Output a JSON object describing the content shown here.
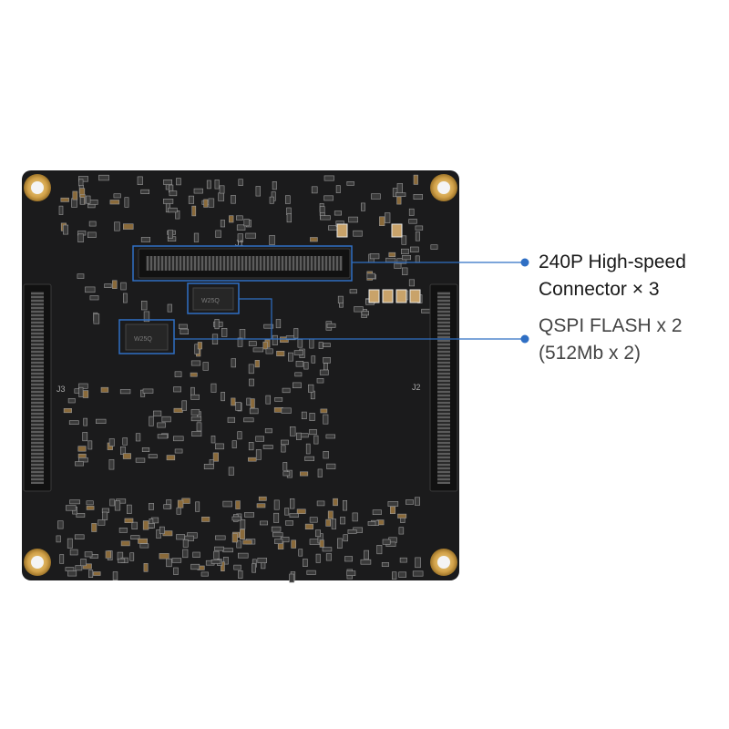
{
  "colors": {
    "board": "#1b1b1c",
    "pad_gold": "#d2a24a",
    "silk": "#a9a9a9",
    "component": "#2b2b2b",
    "callout_blue": "#2f6fc4"
  },
  "board": {
    "silk_labels": {
      "j1": "J1",
      "j2": "J2",
      "j3": "J3"
    },
    "flash_chip_text": "W25Q"
  },
  "callouts": {
    "connector": {
      "line1": "240P High-speed",
      "line2": "Connector × 3"
    },
    "flash": {
      "line1": "QSPI FLASH x 2",
      "line2": "(512Mb x 2)"
    }
  }
}
